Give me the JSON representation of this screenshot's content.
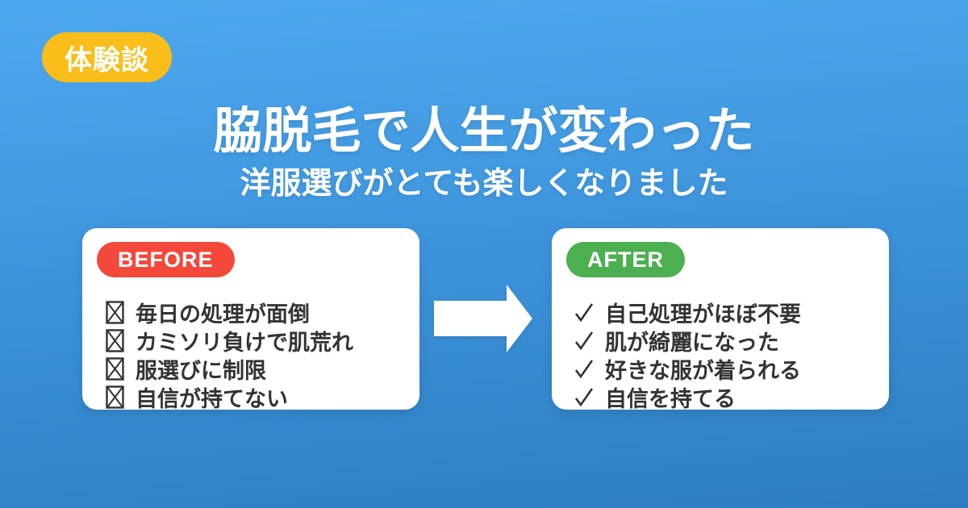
{
  "page": {
    "background_top": "#4FA9F0",
    "background_bottom": "#2C7EC0"
  },
  "tag": {
    "label": "体験談",
    "color": "#F9BE19"
  },
  "header": {
    "title": "脇脱毛で人生が変わった",
    "subtitle": "洋服選びがとても楽しくなりました"
  },
  "cards": {
    "before": {
      "badge_label": "BEFORE",
      "badge_color": "#F4483B",
      "marker_icon": "crossed-box",
      "items": [
        "毎日の処理が面倒",
        "カミソリ負けで肌荒れ",
        "服選びに制限",
        "自信が持てない"
      ]
    },
    "after": {
      "badge_label": "AFTER",
      "badge_color": "#4CAF50",
      "marker_icon": "check",
      "items": [
        "自己処理がほぼ不要",
        "肌が綺麗になった",
        "好きな服が着られる",
        "自信を持てる"
      ]
    }
  },
  "arrow": {
    "direction": "right",
    "color": "#FFFFFF"
  },
  "text_color": "#333333"
}
